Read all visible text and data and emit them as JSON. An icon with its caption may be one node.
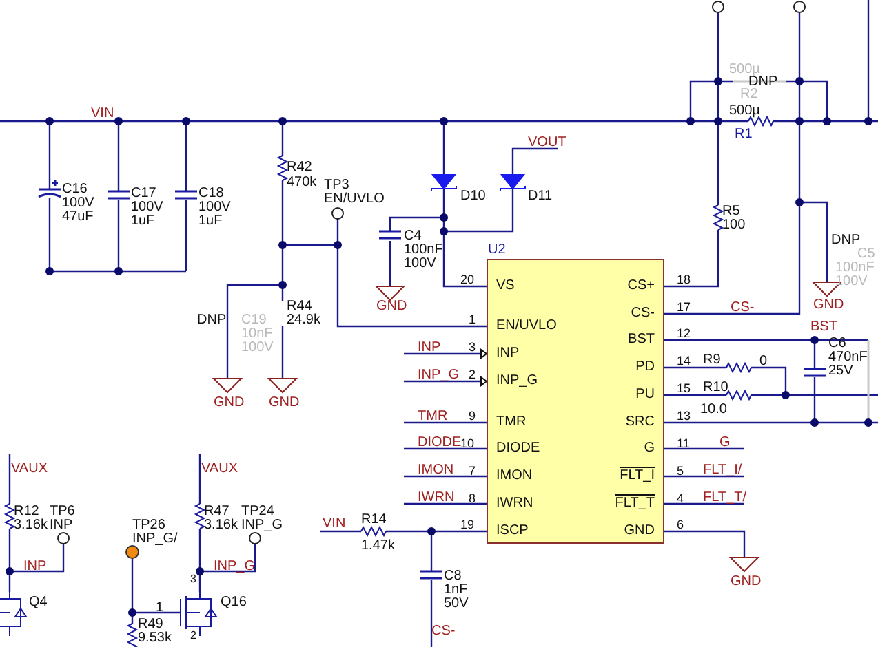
{
  "diagram": {
    "nodes": [
      {
        "text": [
          "U2",
          "VS",
          "EN/UVLO",
          "INP",
          "INP_G",
          "TMR",
          "DIODE",
          "IMON",
          "IWRN",
          "ISCP",
          "CS+",
          "CS-",
          "BST",
          "PD",
          "PU",
          "SRC",
          "G",
          "FLT_I",
          "FLT_T",
          "GND"
        ]
      }
    ],
    "labels": [
      "VIN",
      "C16",
      "100V",
      "47uF",
      "C17",
      "100V",
      "1uF",
      "C18",
      "100V",
      "1uF",
      "R42",
      "470k",
      "TP3",
      "EN/UVLO",
      "C4",
      "100nF",
      "100V",
      "D10",
      "D11",
      "VOUT",
      "DNP",
      "C19",
      "10nF",
      "100V",
      "R44",
      "24.9k",
      "GND",
      "GND",
      "GND",
      "500µ",
      "DNP",
      "R2",
      "500µ",
      "R1",
      "R5",
      "100",
      "DNP",
      "C5",
      "100nF",
      "100V",
      "GND",
      "20",
      "1",
      "3",
      "2",
      "9",
      "10",
      "7",
      "8",
      "19",
      "18",
      "17",
      "12",
      "14",
      "15",
      "13",
      "11",
      "5",
      "4",
      "6",
      "INP",
      "INP_G",
      "TMR",
      "DIODE",
      "IMON",
      "IWRN",
      "CS-",
      "BST",
      "R9",
      "0",
      "C6",
      "470nF",
      "25V",
      "R10",
      "10.0",
      "G",
      "FLT_I/",
      "FLT_T/",
      "GND",
      "VIN",
      "R14",
      "1.47k",
      "C8",
      "1nF",
      "50V",
      "CS-",
      "VAUX",
      "R12",
      "3.16k",
      "TP6",
      "INP",
      "INP",
      "Q4",
      "TP26",
      "INP_G/",
      "1",
      "R49",
      "9.53k",
      "VAUX",
      "R47",
      "3.16k",
      "TP24",
      "INP_G",
      "INP_G",
      "Q16",
      "3",
      "2"
    ]
  }
}
